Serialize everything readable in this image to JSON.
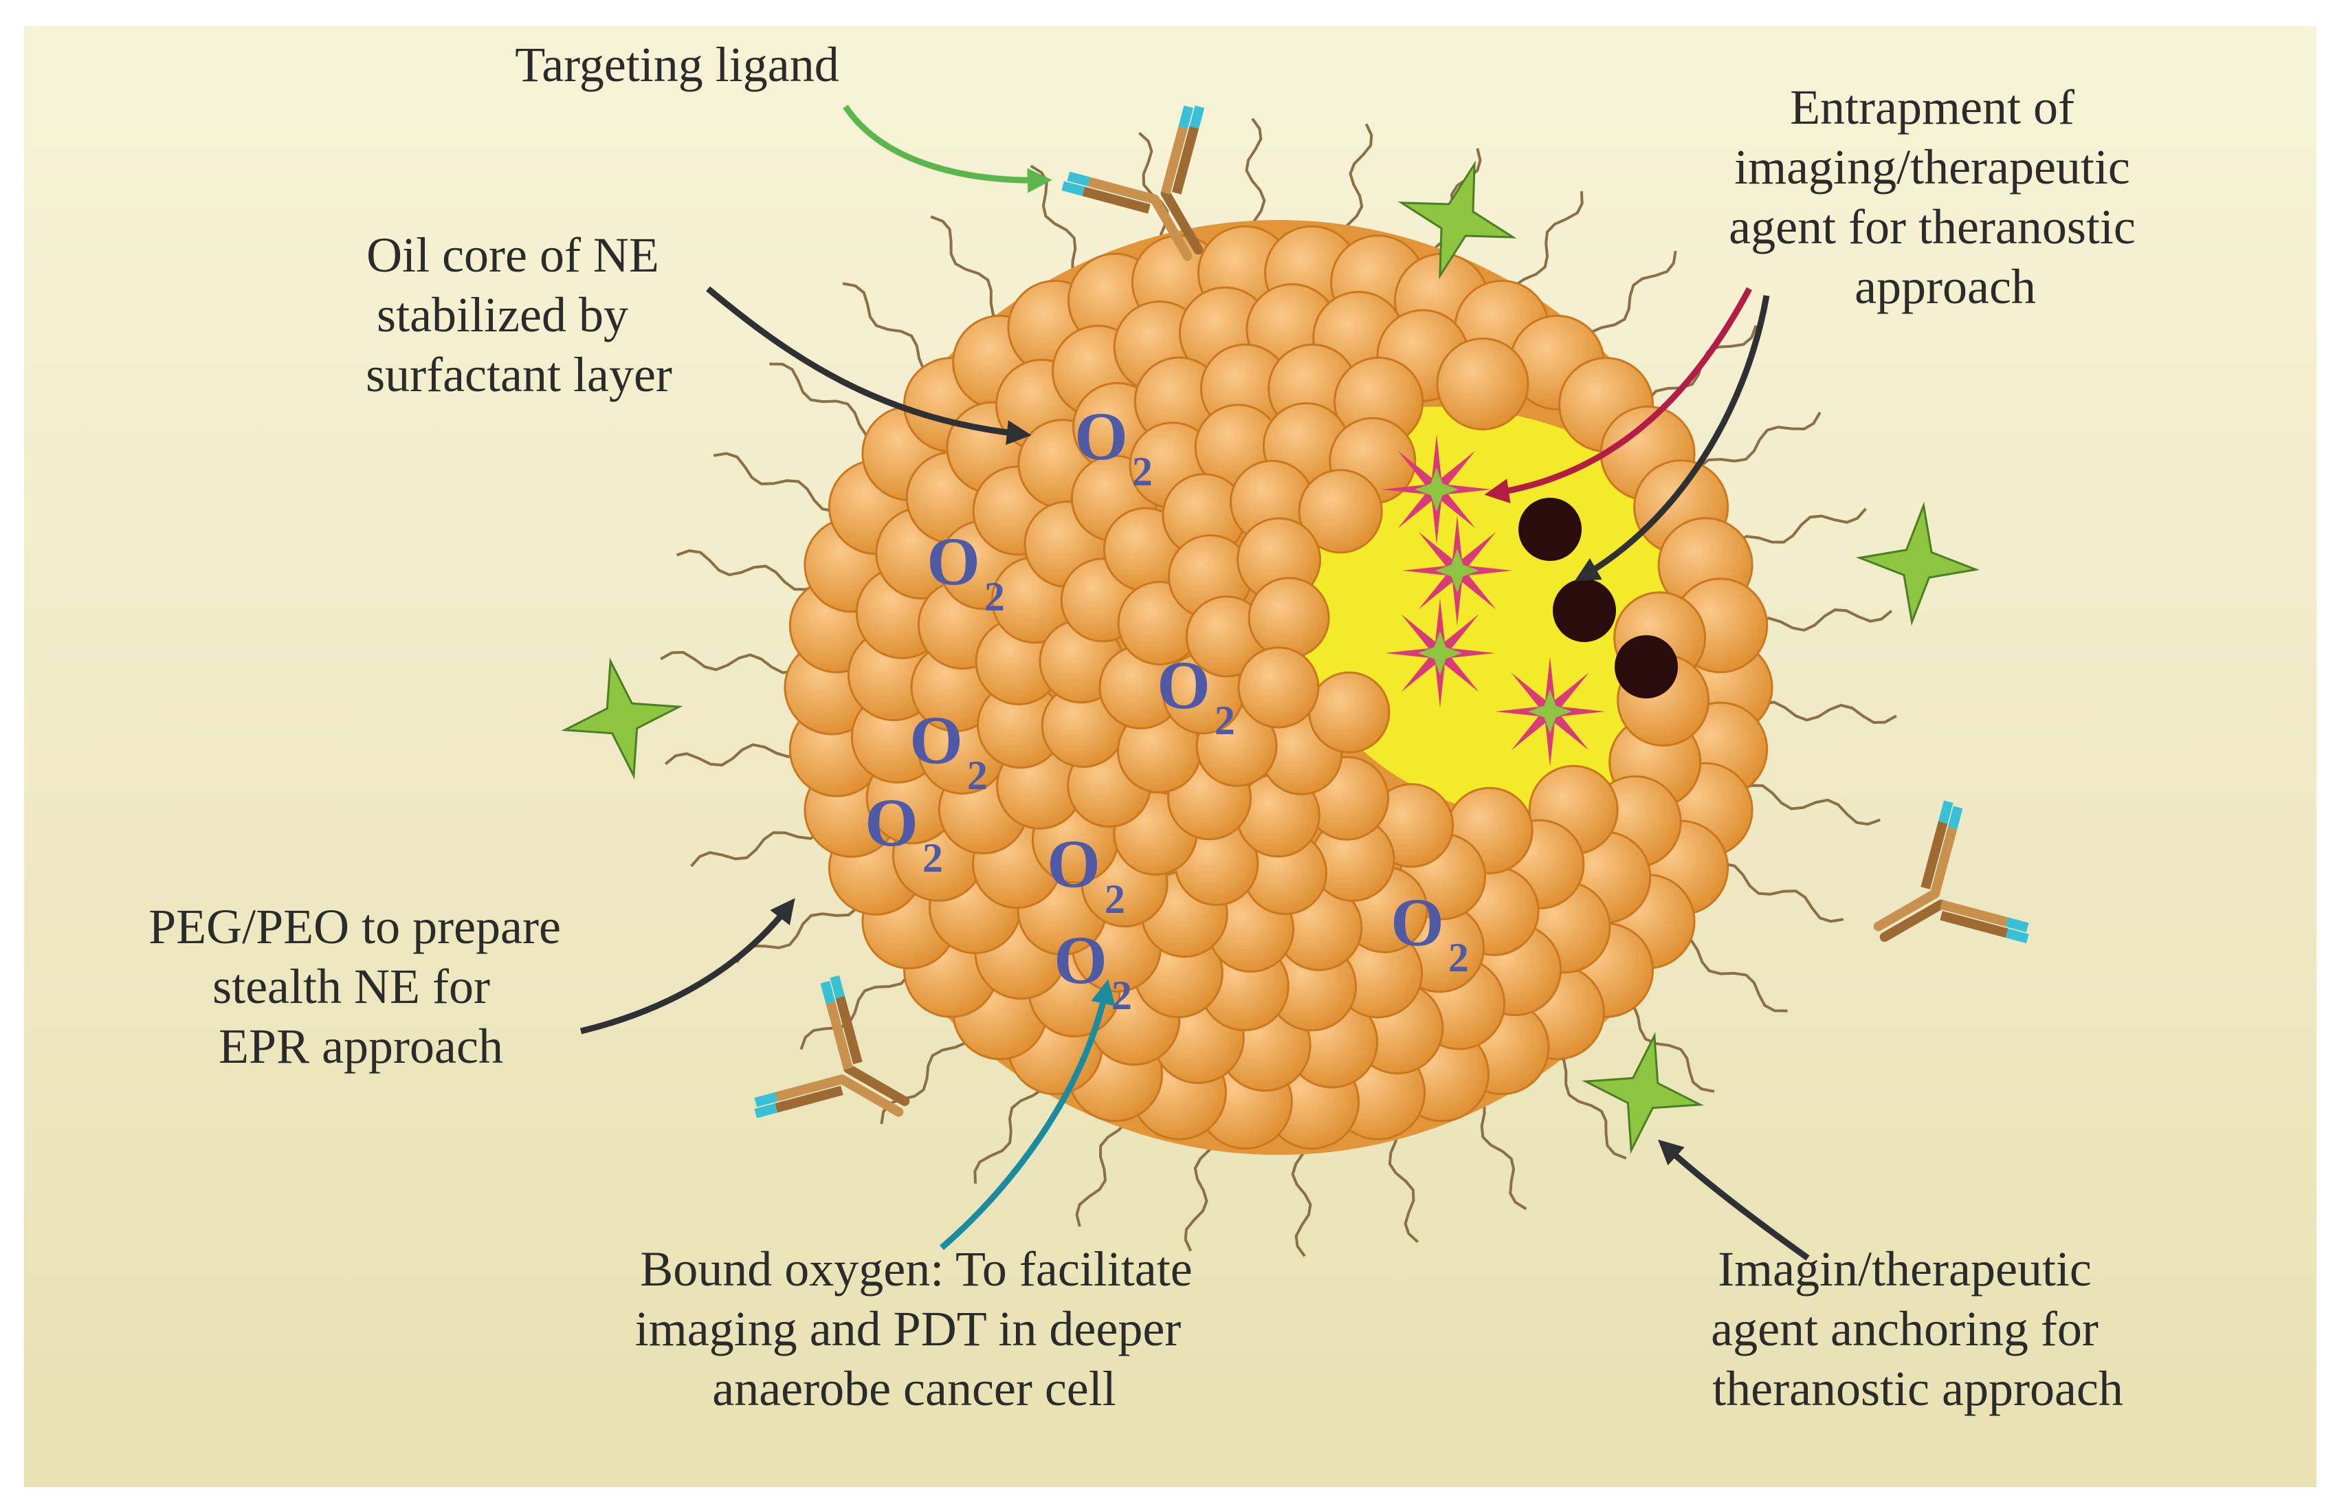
{
  "labels": {
    "targeting_ligand": "Targeting ligand",
    "oil_core": [
      "Oil core of NE",
      "stabilized by",
      "surfactant layer"
    ],
    "entrapment": [
      "Entrapment of",
      "imaging/therapeutic",
      "agent for theranostic",
      "approach"
    ],
    "peg_peo": [
      "PEG/PEO to prepare",
      "stealth NE for",
      "EPR approach"
    ],
    "bound_oxygen": [
      "Bound oxygen: To facilitate",
      "imaging and PDT in deeper",
      "anaerobe cancer cell"
    ],
    "imaging_anchor": [
      "Imagin/therapeutic",
      "agent anchoring for",
      "theranostic approach"
    ]
  },
  "oxygen": {
    "symbol": "O",
    "subscript": "2"
  },
  "colors": {
    "background_top": "#f7f3d7",
    "background_bottom": "#e7e1b3",
    "droplet_light": "#fbc98a",
    "droplet_dark": "#de8e2f",
    "droplet_stroke": "#c9781f",
    "oil_core": "#f3ea29",
    "oxygen_text": "#4f5aa6",
    "agent_green": "#8cc53f",
    "agent_pink": "#d83a7a",
    "black_dot": "#2b0c0c",
    "antibody_brown": "#c8914e",
    "antibody_cyan": "#39bfd6",
    "arrow_green": "#5ab64d",
    "arrow_dark": "#2f3033",
    "arrow_red": "#b31d45",
    "arrow_teal": "#1b8ca0",
    "text": "#2b2b2b"
  }
}
